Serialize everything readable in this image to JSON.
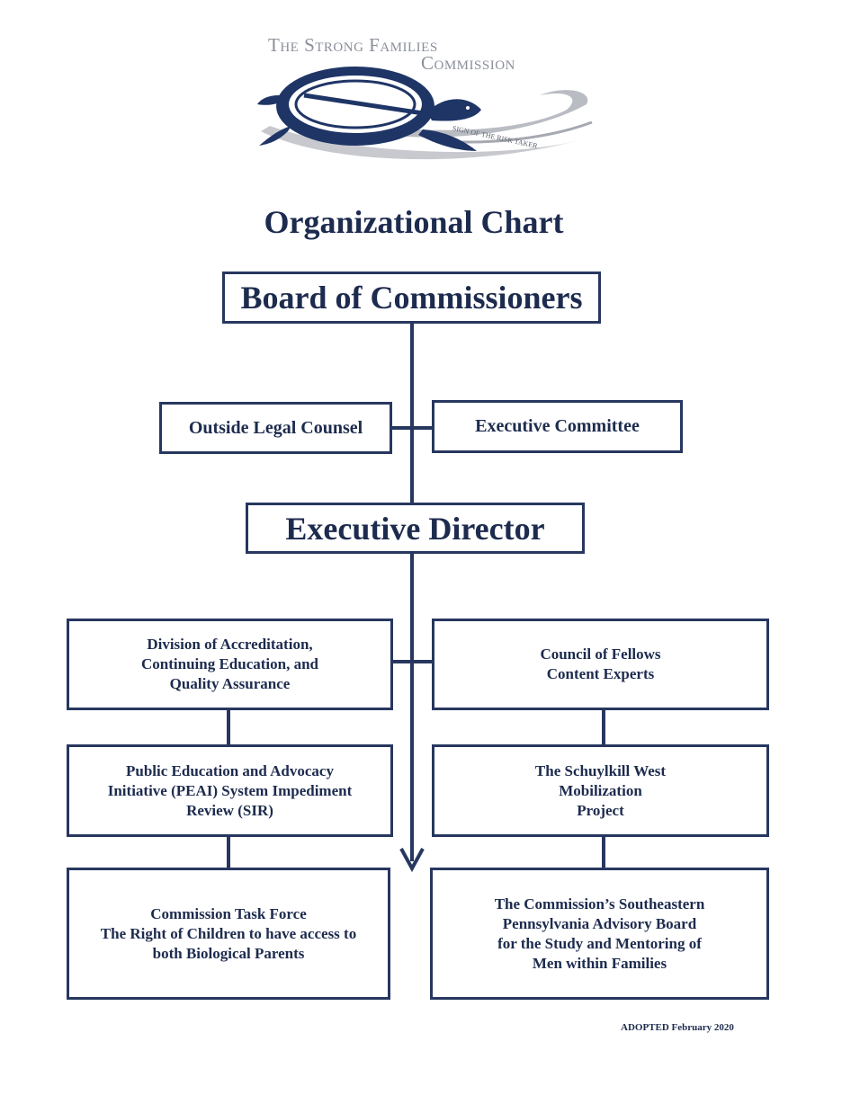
{
  "logo": {
    "title_line1": "The Strong Families",
    "title_line2": "Commission",
    "tagline": "SIGN OF THE RISK TAKER"
  },
  "page_title": "Organizational Chart",
  "chart": {
    "board": "Board of Commissioners",
    "legal_counsel": "Outside Legal Counsel",
    "executive_committee": "Executive Committee",
    "executive_director": "Executive Director",
    "division": "Division of Accreditation,\nContinuing Education, and\nQuality Assurance",
    "council": "Council of Fellows\nContent Experts",
    "peai": "Public Education and Advocacy\nInitiative (PEAI) System Impediment\nReview (SIR)",
    "schuylkill": "The Schuylkill West\nMobilization\nProject",
    "task_force": "Commission Task Force\nThe Right of Children to have access to\nboth Biological Parents",
    "advisory_board": "The Commission’s Southeastern\nPennsylvania Advisory Board\nfor the Study and Mentoring of\nMen within Families"
  },
  "footer": {
    "adopted": "ADOPTED February 2020"
  },
  "colors": {
    "navy": "#1d2b4e",
    "border": "#27375f",
    "logo_gray": "#8a8f99"
  }
}
